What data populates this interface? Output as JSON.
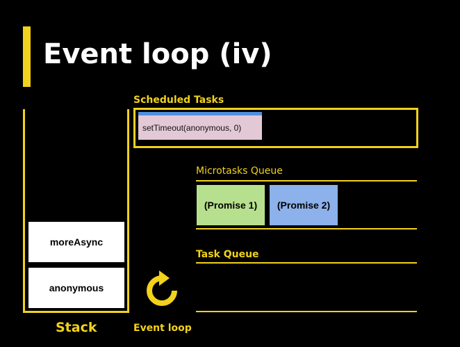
{
  "slide": {
    "title": "Event loop (iv)"
  },
  "stack": {
    "label": "Stack",
    "frames": [
      "moreAsync",
      "anonymous"
    ]
  },
  "scheduled_tasks": {
    "label": "Scheduled Tasks",
    "items": [
      "setTimeout(anonymous, 0)"
    ]
  },
  "microtasks_queue": {
    "label": "Microtasks Queue",
    "items": [
      "(Promise 1)",
      "(Promise 2)"
    ]
  },
  "task_queue": {
    "label": "Task Queue",
    "items": []
  },
  "event_loop": {
    "label": "Event loop",
    "icon": "refresh-arrow-icon"
  },
  "colors": {
    "accent": "#f2d21b",
    "background": "#000000",
    "promise_1": "#b7e08e",
    "promise_2": "#8db1ea",
    "scheduled_item": "#e3c8d6",
    "scheduled_item_bar": "#4f8fe0"
  }
}
